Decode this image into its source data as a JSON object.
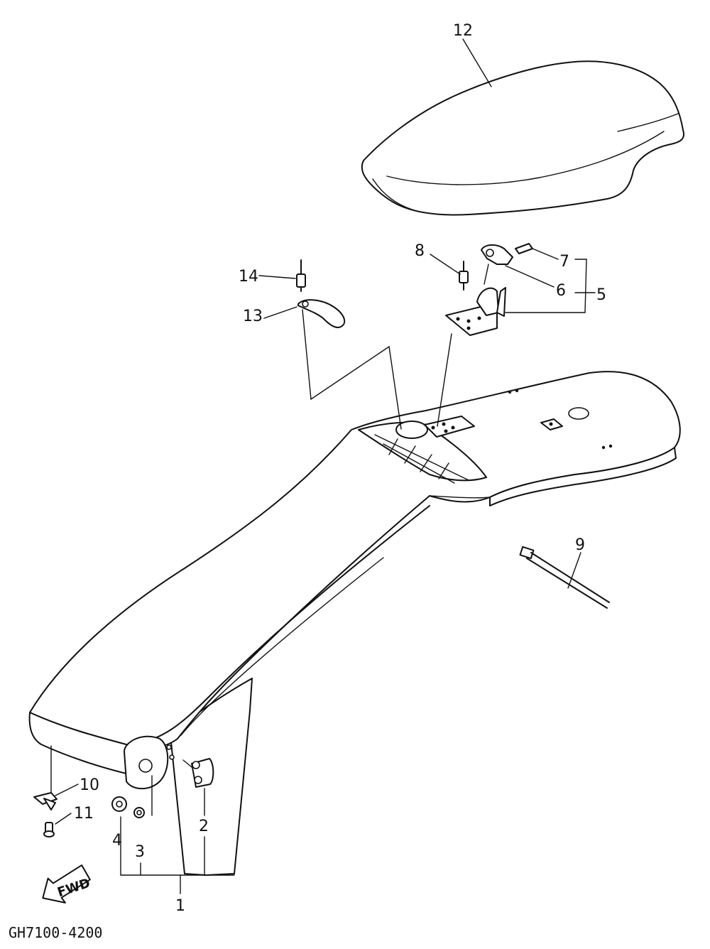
{
  "diagram": {
    "drawing_code": "GH7100-4200",
    "direction_label": "FWD",
    "callouts": {
      "c1": "1",
      "c2": "2",
      "c3": "3",
      "c4": "4",
      "c5": "5",
      "c6": "6",
      "c7": "7",
      "c8": "8",
      "c9": "9",
      "c10": "10",
      "c11": "11",
      "c12": "12",
      "c13": "13",
      "c14": "14"
    }
  }
}
